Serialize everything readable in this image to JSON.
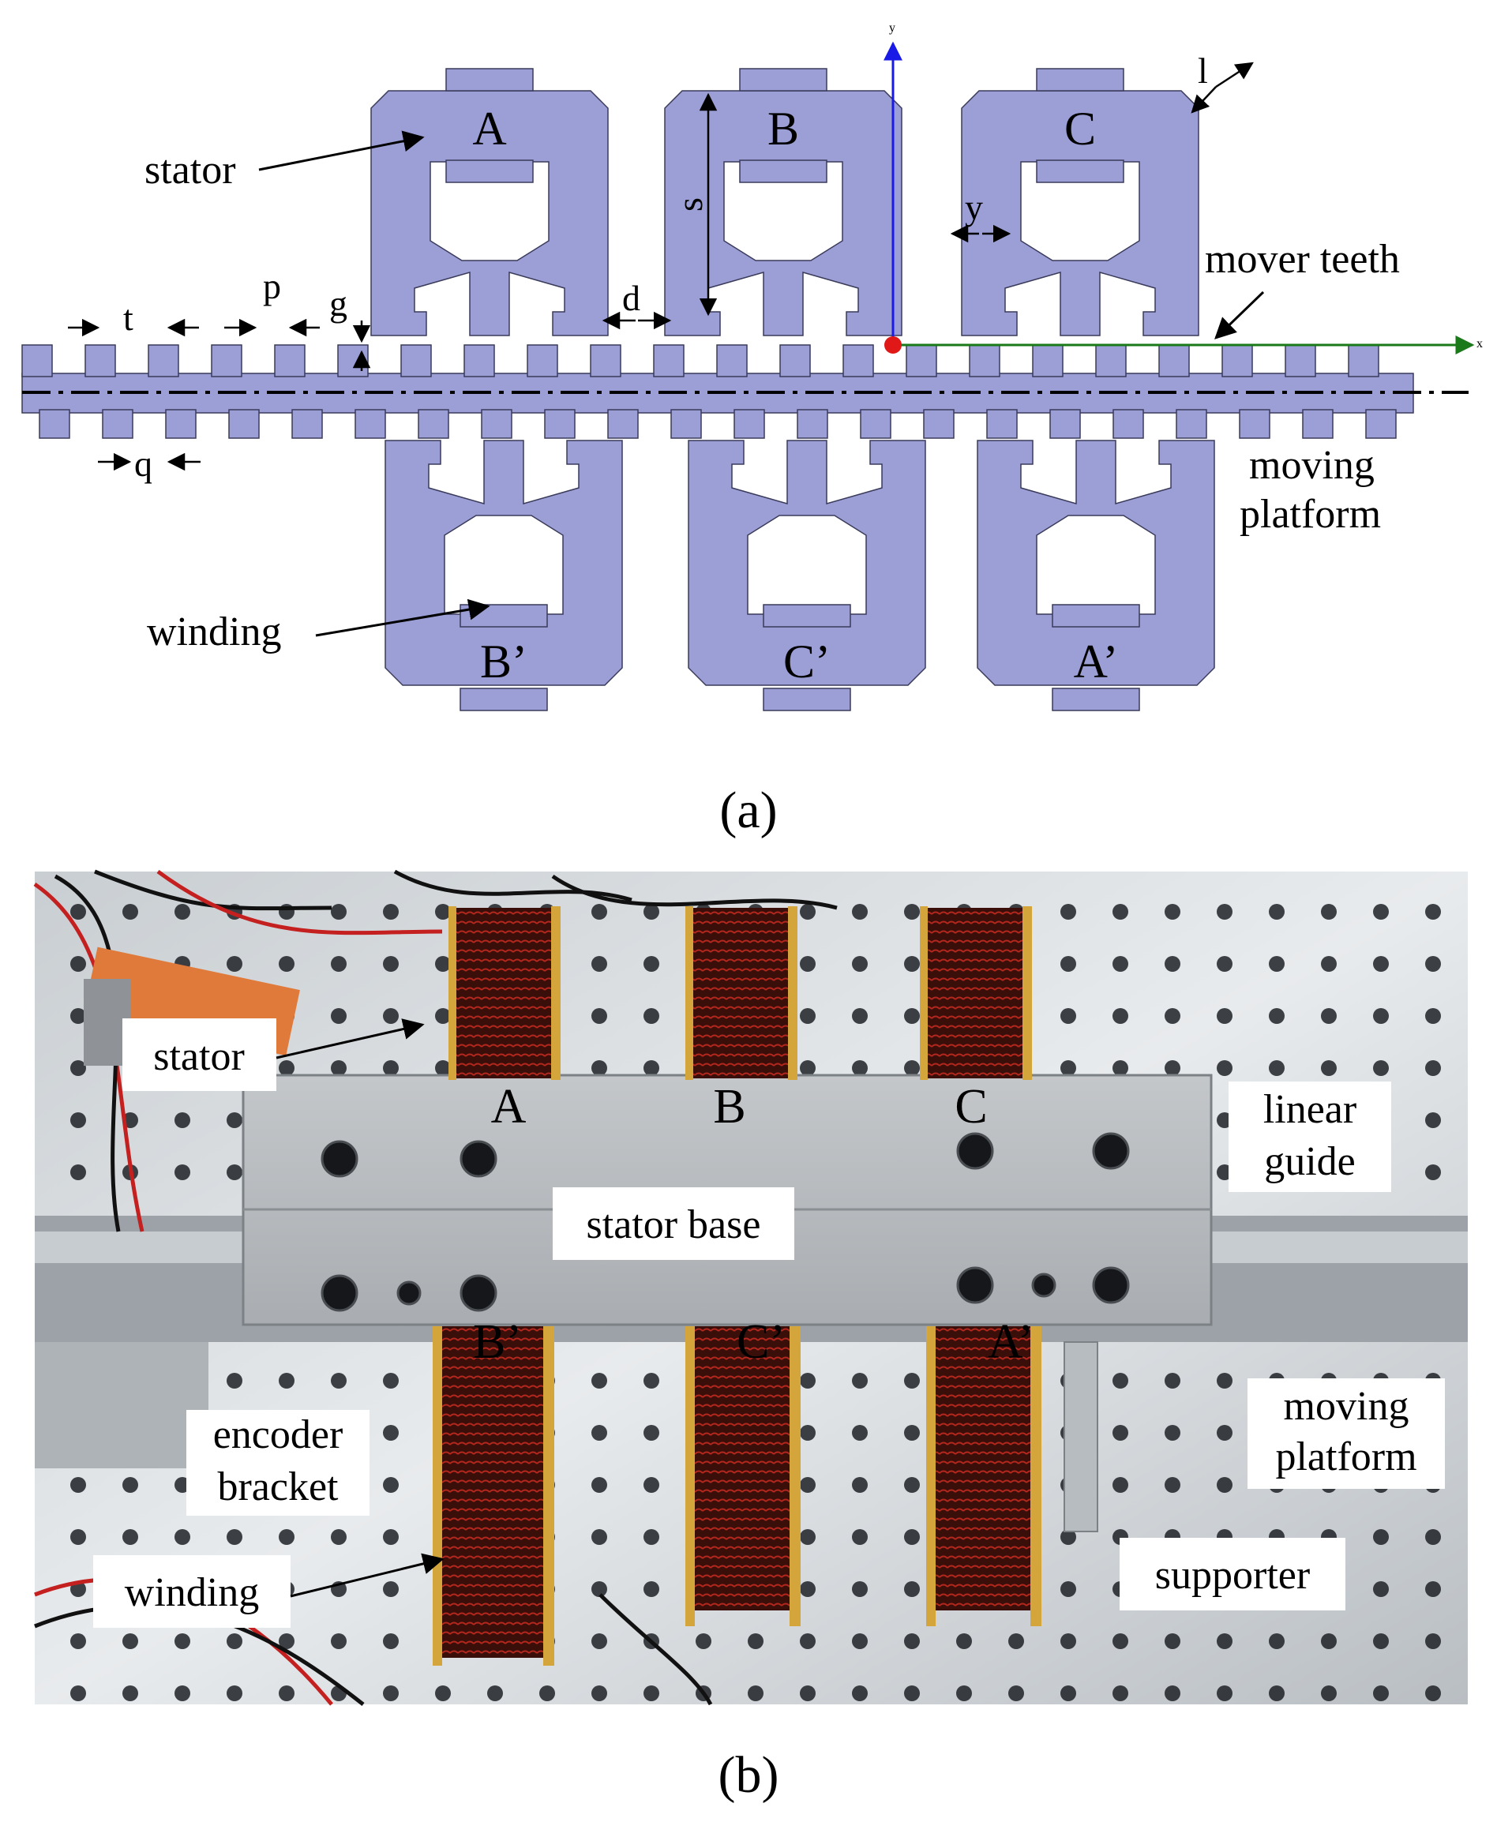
{
  "figure": {
    "panel_a": {
      "caption": "(a)",
      "phase_labels_top": [
        "A",
        "B",
        "C"
      ],
      "phase_labels_bottom": [
        "B’",
        "C’",
        "A’"
      ],
      "annotations": {
        "stator": "stator",
        "mover_teeth": "mover teeth",
        "moving_platform_line1": "moving",
        "moving_platform_line2": "platform",
        "winding": "winding"
      },
      "dimensions": {
        "t": "t",
        "p": "p",
        "g": "g",
        "d": "d",
        "q": "q",
        "s": "s",
        "y": "y",
        "l": "l"
      },
      "axes": {
        "x": "x",
        "y": "y"
      },
      "colors": {
        "stator_fill": "#9b9fd6",
        "x_axis": "#1a7a1a",
        "y_axis": "#1a1ae6",
        "origin": "#e01818"
      }
    },
    "panel_b": {
      "caption": "(b)",
      "phase_labels_top": [
        "A",
        "B",
        "C"
      ],
      "phase_labels_bottom": [
        "B’",
        "C’",
        "A’"
      ],
      "annotations": {
        "stator": "stator",
        "linear_guide_line1": "linear",
        "linear_guide_line2": "guide",
        "stator_base": "stator base",
        "moving_platform_line1": "moving",
        "moving_platform_line2": "platform",
        "encoder_bracket_line1": "encoder",
        "encoder_bracket_line2": "bracket",
        "winding": "winding",
        "supporter": "supporter"
      }
    }
  }
}
